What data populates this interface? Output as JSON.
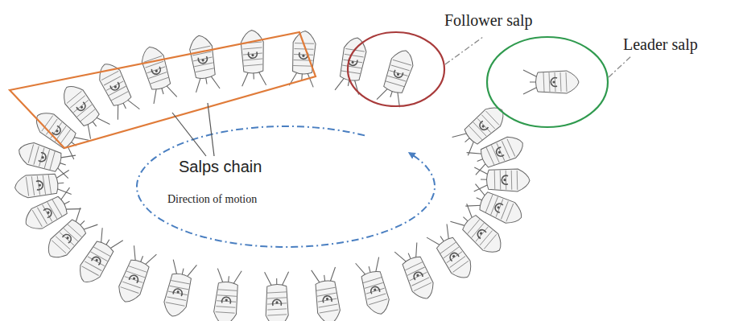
{
  "diagram": {
    "labels": [
      "Salps chain",
      "Direction of motion",
      "Follower salp",
      "Leader salp"
    ]
  }
}
